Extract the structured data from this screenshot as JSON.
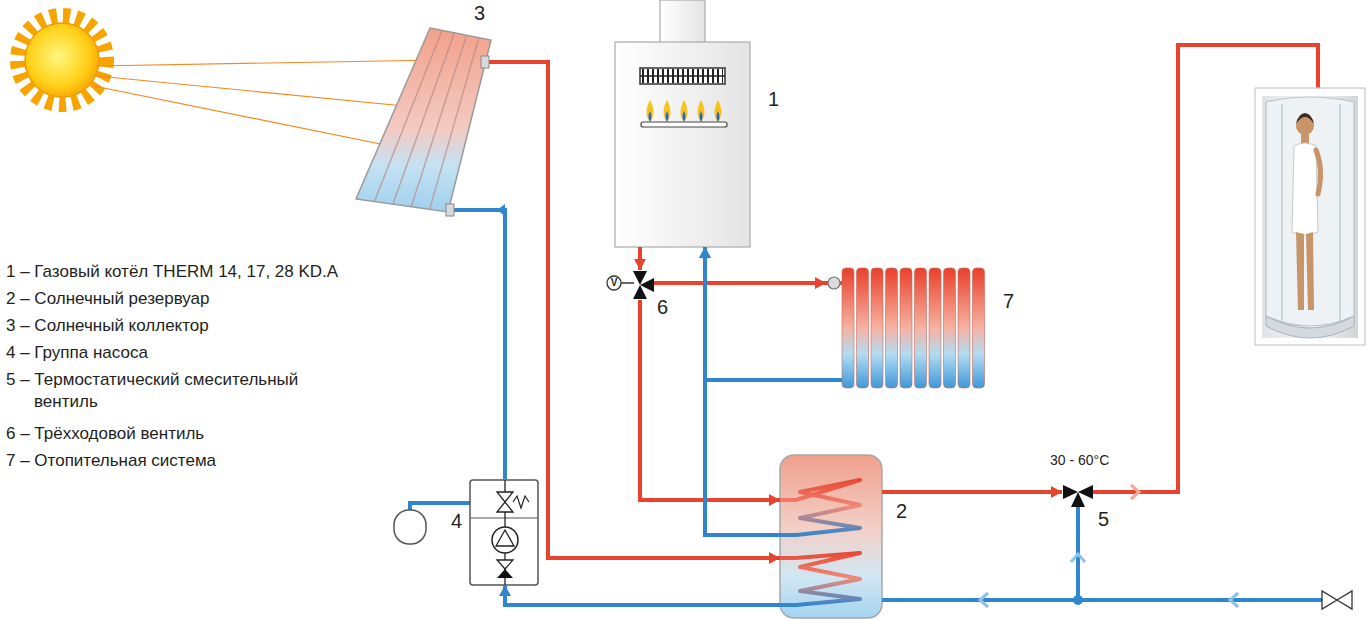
{
  "diagram": {
    "nodes": [
      {
        "text": [
          "3"
        ]
      },
      {
        "text": [
          "1"
        ]
      },
      {
        "text": [
          "6"
        ]
      },
      {
        "text": [
          "7"
        ]
      },
      {
        "text": [
          "4"
        ]
      },
      {
        "text": [
          "2"
        ]
      },
      {
        "text": [
          "5"
        ]
      }
    ],
    "edges": [
      {
        "from": 0,
        "to": 5,
        "arrow": "to"
      },
      {
        "from": 5,
        "to": 4,
        "arrow": "to"
      },
      {
        "from": 4,
        "to": 0,
        "arrow": "to"
      },
      {
        "from": 1,
        "to": 2,
        "arrow": "to"
      },
      {
        "from": 2,
        "to": 3,
        "arrow": "to"
      },
      {
        "from": 3,
        "to": 1,
        "arrow": "to"
      },
      {
        "from": 2,
        "to": 5,
        "arrow": "to"
      },
      {
        "from": 5,
        "to": 1,
        "arrow": "to"
      },
      {
        "from": 5,
        "to": 6,
        "arrow": "to"
      }
    ],
    "labels": [
      "1 – Газовый котёл THERM 14, 17, 28 KD.A",
      "2 – Солнечный резервуар",
      "3 – Солнечный коллектор",
      "4 – Группа насоса",
      "5 – Термостатический смесительный вентиль",
      "6 – Трёхходовой вентиль",
      "7 – Отопительная система",
      "V",
      "30 - 60°C"
    ]
  }
}
